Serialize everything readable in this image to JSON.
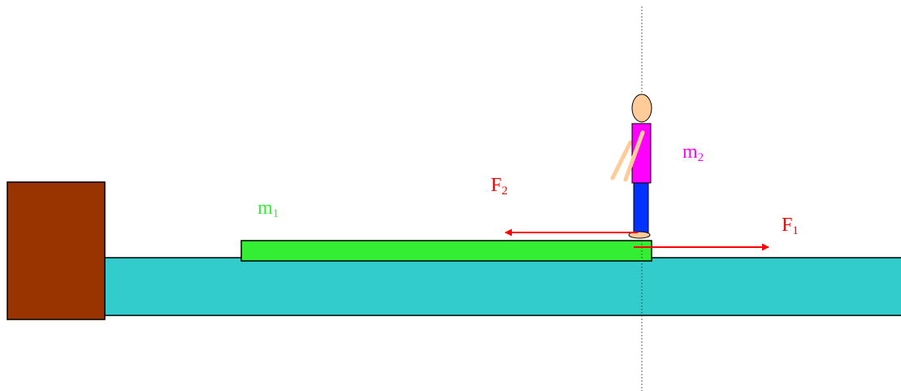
{
  "colors": {
    "wall": "#993300",
    "water": "#33CCCC",
    "plank": "#33EE33",
    "shirt": "#FF00FF",
    "pants": "#0033FF",
    "skin": "#FFCC99",
    "force": "#FF0000",
    "mass1_label": "#33EE33",
    "mass2_label": "#FF00FF",
    "outline": "#000000"
  },
  "labels": {
    "m1": {
      "base": "m",
      "sub": "1"
    },
    "m2": {
      "base": "m",
      "sub": "2"
    },
    "f1": {
      "base": "F",
      "sub": "1"
    },
    "f2": {
      "base": "F",
      "sub": "2"
    }
  },
  "icons": {
    "wall": "wall-block",
    "water": "water-surface",
    "plank": "plank",
    "person": "person-figure",
    "f1": "arrow-right",
    "f2": "arrow-left",
    "axis": "dotted-vertical-line"
  }
}
